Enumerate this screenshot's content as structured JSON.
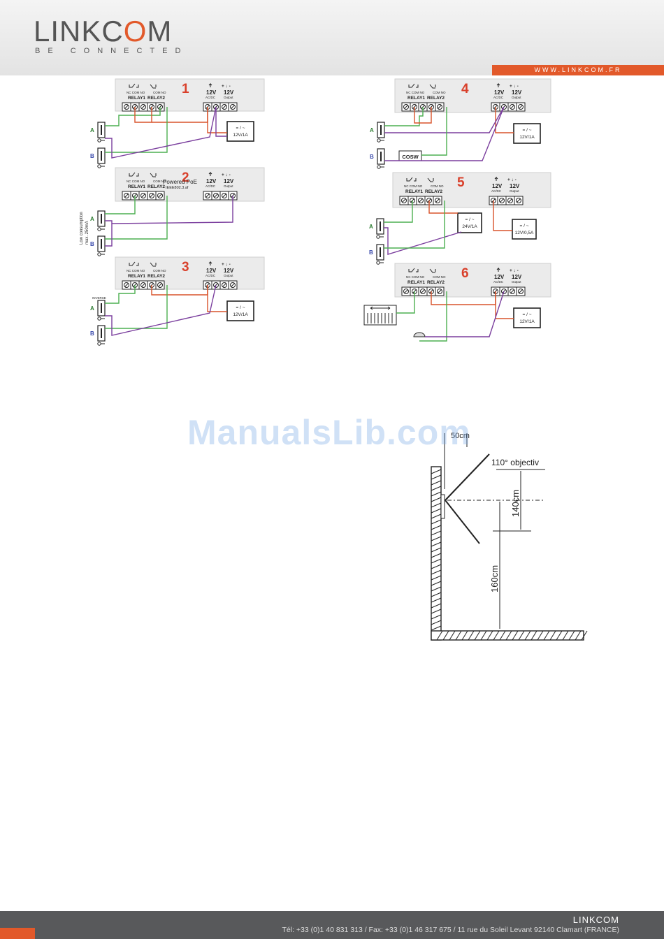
{
  "brand": {
    "logo_text": "LINKC",
    "logo_o": "O",
    "logo_end": "M",
    "tagline": "BE CONNECTED",
    "url": "WWW.LINKCOM.FR",
    "accent_color": "#e2592a"
  },
  "footer": {
    "company": "LINKCOM",
    "contact": "Tél: +33 (0)1 40 831 313 / Fax: +33 (0)1 46 317 675 / 11 rue du Soleil Levant 92140 Clamart (FRANCE)"
  },
  "watermark": "ManualsLib.com",
  "labels": {
    "relay1": "RELAY1",
    "relay2": "RELAY2",
    "nc": "NC",
    "com": "COM",
    "no": "NO",
    "v12": "12V",
    "acdc": "AC/DC",
    "output": "Output",
    "a": "A",
    "b": "B",
    "psu_top": "= / ~",
    "psu_12v1a": "12V/1A",
    "psu_24v1a": "24V/1A",
    "psu_12v05a": "12V/0,5A",
    "poe": "Powered PoE",
    "ieee": "IEEE802.3.af",
    "low_consumption_1": "Low consumption",
    "low_consumption_2": "max. 250mA",
    "inverse": "INVERSE",
    "cosw": "COSW"
  },
  "diagrams": [
    "1",
    "2",
    "3",
    "4",
    "5",
    "6"
  ],
  "mounting": {
    "top_dim": "50cm",
    "objective": "110° objectiv",
    "dim_140": "140cm",
    "dim_160": "160cm"
  },
  "wire_colors": {
    "red": "#d9532b",
    "green": "#4caf50",
    "purple": "#7b3f9e"
  }
}
